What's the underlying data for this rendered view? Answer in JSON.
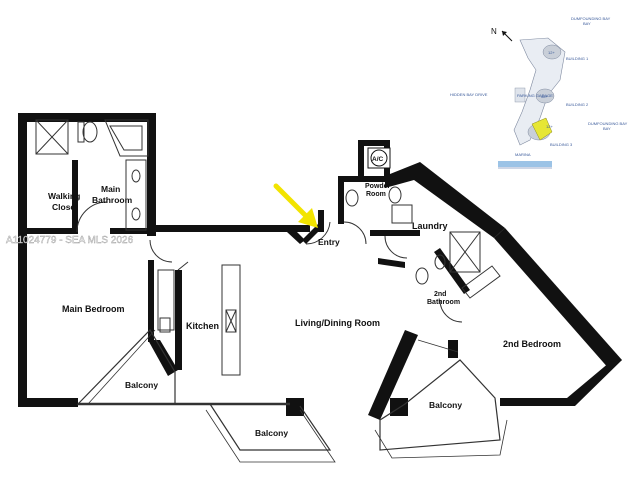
{
  "rooms": {
    "walking_closet": [
      "Walking",
      "Closet"
    ],
    "main_bathroom": [
      "Main",
      "Bathroom"
    ],
    "powder_room": [
      "Powder",
      "Room"
    ],
    "ac": "A/C",
    "entry": "Entry",
    "laundry": "Laundry",
    "second_bathroom": [
      "2nd",
      "Bathroom"
    ],
    "main_bedroom": "Main Bedroom",
    "kitchen": "Kitchen",
    "living_dining": "Living/Dining Room",
    "second_bedroom": "2nd Bedroom",
    "balcony_left": "Balcony",
    "balcony_center": "Balcony",
    "balcony_right": "Balcony"
  },
  "watermark": "A11024779 - SEA MLS 2026",
  "key_plan": {
    "north": "N",
    "labels": {
      "dumfounding_bay_top": "DUMFOUNDING BAY",
      "hidden_bay_drive": "HIDDEN BAY DRIVE",
      "dumfounding_bay_right": "DUMFOUNDING BAY",
      "marina": "MARINA",
      "building_1": "BUILDING 1",
      "building_2": "BUILDING 2",
      "building_3": "BUILDING 3",
      "parking": "PARKING GARAGE",
      "unit_1": "12+",
      "unit_2": "08+",
      "unit_3": "12+"
    },
    "highlight_color": "#e6e635"
  },
  "colors": {
    "wall": "#111111",
    "arrow": "#f2e400",
    "water": "#9cc3e6",
    "building": "#c9cfd8"
  }
}
